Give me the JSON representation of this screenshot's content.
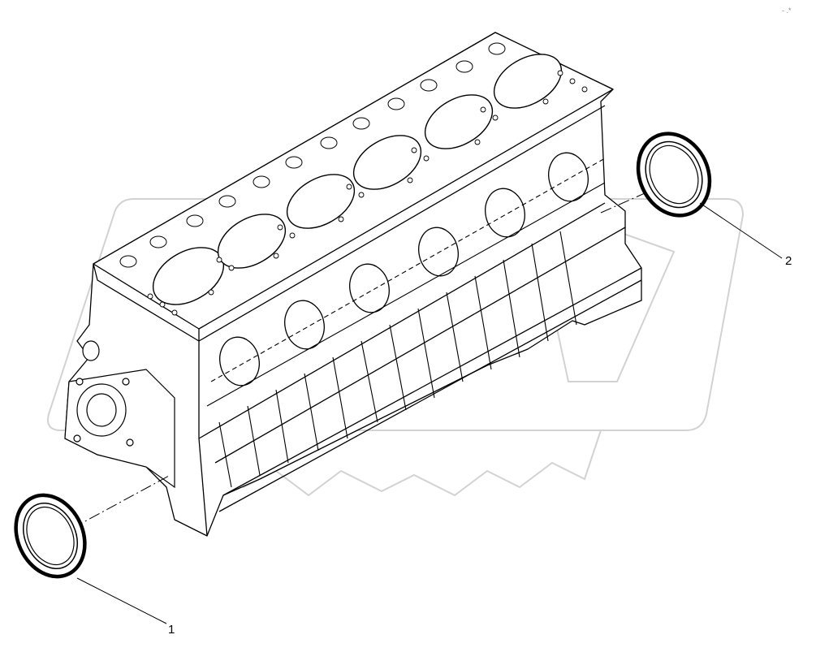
{
  "diagram": {
    "corner_mark": "- .*",
    "callouts": [
      {
        "id": "1",
        "label": "1",
        "part": "front-seal-ring"
      },
      {
        "id": "2",
        "label": "2",
        "part": "rear-seal-ring"
      }
    ],
    "colors": {
      "line": "#000000",
      "watermark": "#cfcfcf",
      "background": "#ffffff"
    }
  }
}
